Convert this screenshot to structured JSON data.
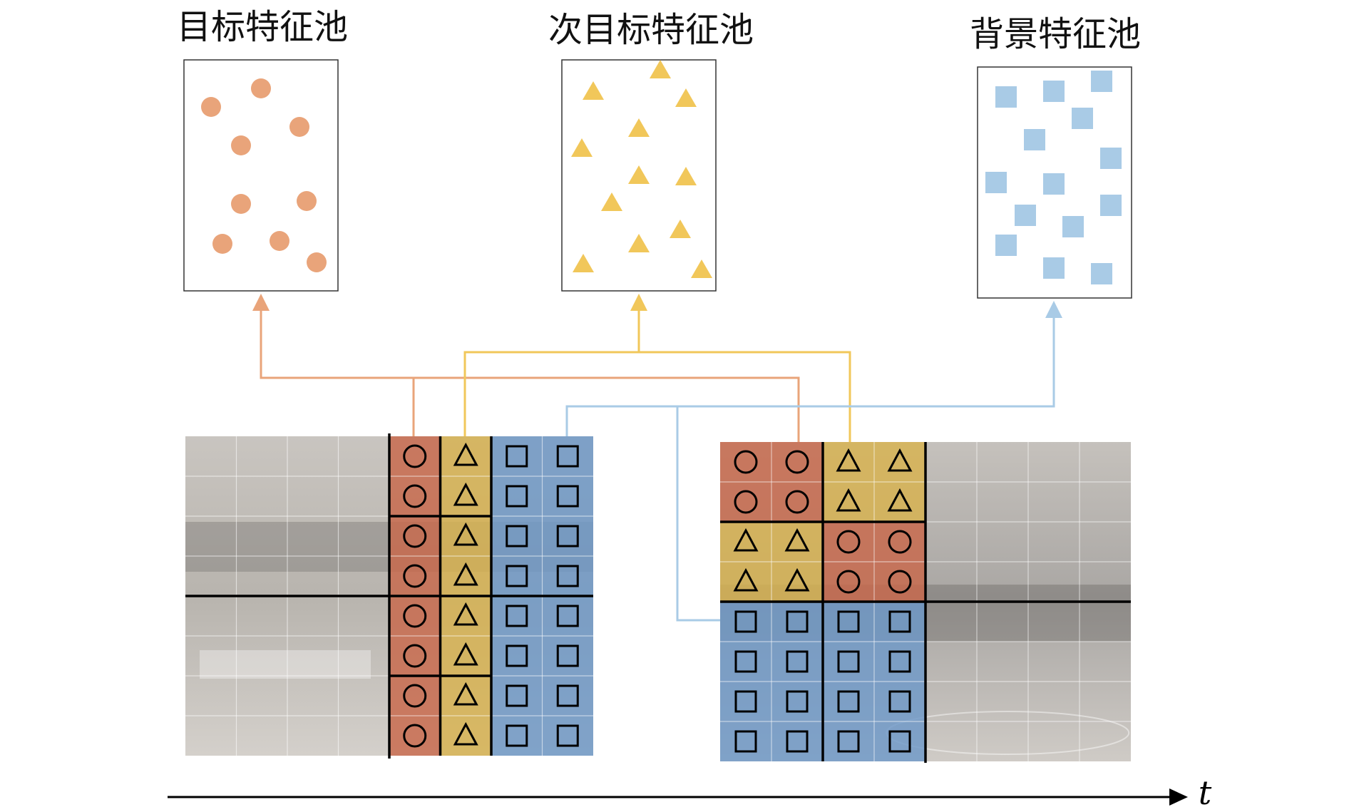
{
  "pools": [
    {
      "id": "target",
      "title": "目标特征池",
      "shape": "circle",
      "color": "#E9A47A"
    },
    {
      "id": "subtarget",
      "title": "次目标特征池",
      "shape": "triangle",
      "color": "#F1C75A"
    },
    {
      "id": "background",
      "title": "背景特征池",
      "shape": "square",
      "color": "#A9CBE6"
    }
  ],
  "frames": [
    {
      "id": "frame-1",
      "columns": [
        {
          "label": "target",
          "cells": [
            "circle",
            "circle",
            "circle",
            "circle",
            "circle",
            "circle",
            "circle",
            "circle"
          ]
        },
        {
          "label": "subtarget",
          "cells": [
            "triangle",
            "triangle",
            "triangle",
            "triangle",
            "triangle",
            "triangle",
            "triangle",
            "triangle"
          ]
        },
        {
          "label": "background",
          "cells": [
            "square",
            "square",
            "square",
            "square",
            "square",
            "square",
            "square",
            "square"
          ]
        },
        {
          "label": "background",
          "cells": [
            "square",
            "square",
            "square",
            "square",
            "square",
            "square",
            "square",
            "square"
          ]
        }
      ]
    },
    {
      "id": "frame-2",
      "blocks": [
        {
          "label": "target",
          "shape": "circle"
        },
        {
          "label": "subtarget",
          "shape": "triangle"
        },
        {
          "label": "subtarget",
          "shape": "triangle"
        },
        {
          "label": "target",
          "shape": "circle"
        },
        {
          "label": "background",
          "shape": "square"
        },
        {
          "label": "background",
          "shape": "square"
        }
      ]
    }
  ],
  "time_axis": {
    "label": "t"
  },
  "colors": {
    "target_region": "#C8684A",
    "subtarget_region": "#D8B24E",
    "background_region": "#6E99C8",
    "frame_bg": "#8f8b86"
  }
}
